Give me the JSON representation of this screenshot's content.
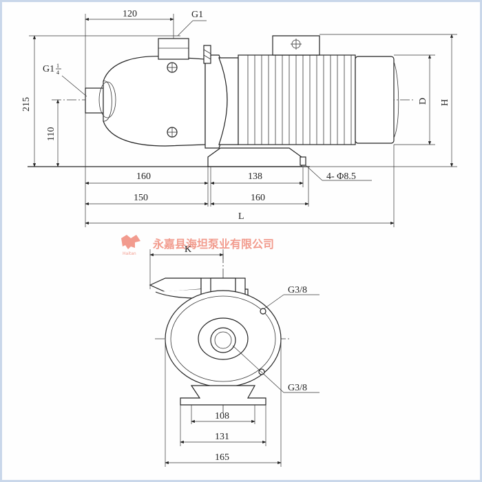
{
  "side_view": {
    "dim_top_120": "120",
    "label_outlet_top": "G1",
    "label_inlet_side": "G1",
    "label_inlet_frac_num": "1",
    "label_inlet_frac_den": "4",
    "dim_height_215": "215",
    "dim_height_110": "110",
    "label_D": "D",
    "label_H": "H",
    "dim_160_a": "160",
    "dim_138": "138",
    "label_holes": "4- Φ8.5",
    "dim_150": "150",
    "dim_160_b": "160",
    "label_L": "L"
  },
  "watermark": {
    "company": "永嘉县海坦泵业有限公司",
    "logo_text": "Haitan"
  },
  "front_view": {
    "label_K": "K",
    "label_port_upper": "G3/8",
    "label_port_lower": "G3/8",
    "dim_108": "108",
    "dim_131": "131",
    "dim_165": "165"
  }
}
